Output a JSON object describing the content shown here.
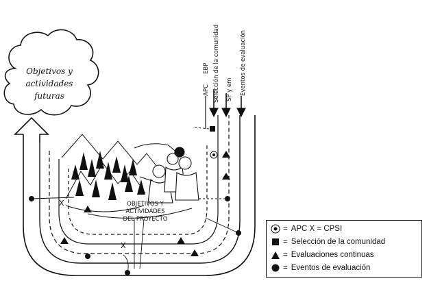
{
  "cloud": {
    "line1": "Objetivos y",
    "line2": "actividades",
    "line3": "futuras"
  },
  "center_label": {
    "line1": "OBJETIVOS Y",
    "line2": "ACTIVIDADES",
    "line3": "DEL PROYECTO"
  },
  "arrow_labels": {
    "apc": "APC",
    "ebp": "EBP",
    "seleccion": "Selección de la comunidad",
    "sp": "SP y em",
    "eventos": "Eventos de evaluación"
  },
  "path_markers": {
    "x_symbol": "X"
  },
  "legend": {
    "items": [
      {
        "symbol": "apc-icon",
        "prefix": "=",
        "text": "APC  X = CPSI"
      },
      {
        "symbol": "square-icon",
        "prefix": "=",
        "text": "Selección de la comunidad"
      },
      {
        "symbol": "triangle-icon",
        "prefix": "=",
        "text": "Evaluaciones continuas"
      },
      {
        "symbol": "circle-icon",
        "prefix": "=",
        "text": "Eventos de evaluación"
      }
    ]
  }
}
